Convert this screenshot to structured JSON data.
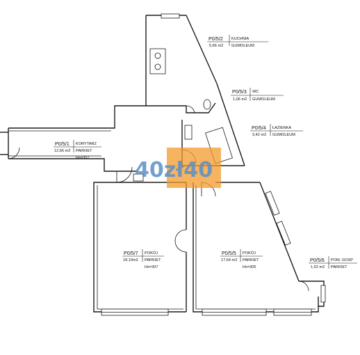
{
  "watermark": {
    "logo_text": "40zł40",
    "brand_color": "#f39a2b",
    "text_color": "#5b8fc6"
  },
  "rooms": [
    {
      "code": "P0/5/2",
      "name": "KUCHNIA",
      "area": "5,66 m2",
      "floor": "GUMOLEUM"
    },
    {
      "code": "P0/5/3",
      "name": "WC",
      "area": "1,06 m2",
      "floor": "GUMOLEUM"
    },
    {
      "code": "P0/5/4",
      "name": "ŁAZIENKA",
      "area": "3,42 m2",
      "floor": "GUMOLEUM"
    },
    {
      "code": "P0/5/1",
      "name": "KORYTARZ",
      "area": "12,66 m2",
      "floor": "PARKIET",
      "height": "Hs=307"
    },
    {
      "code": "P0/5/7",
      "name": "POKÓJ",
      "area": "18,19m2",
      "floor": "PARKIET",
      "height": "Hs=307"
    },
    {
      "code": "P0/5/5",
      "name": "POKÓJ",
      "area": "17,64 m2",
      "floor": "PARKIET",
      "height": "Hs=305"
    },
    {
      "code": "P0/5/6",
      "name": "POM. GOSP",
      "area": "1,52 m2",
      "floor": "PARKIET"
    }
  ]
}
